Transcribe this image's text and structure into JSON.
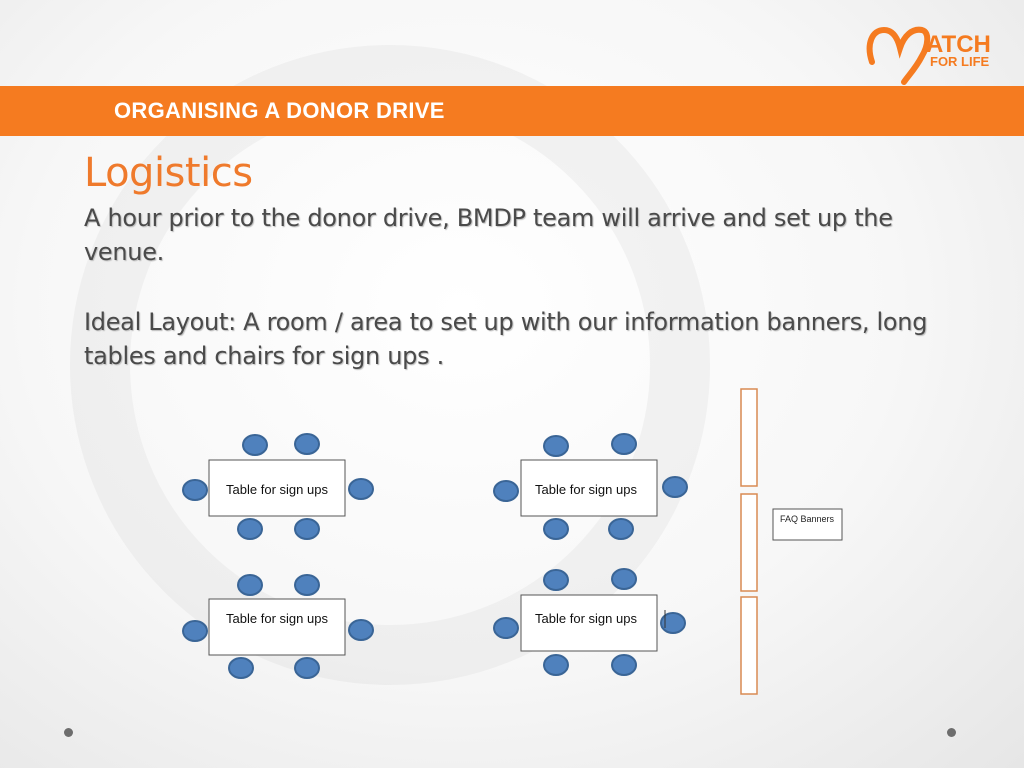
{
  "slide": {
    "section_title": "ORGANISING A DONOR DRIVE",
    "heading": "Logistics",
    "paragraphs": [
      "A hour prior to the donor drive, BMDP team will arrive and set up the venue.",
      "Ideal Layout: A room / area to set up with our information banners, long tables and chairs for sign ups ."
    ]
  },
  "logo": {
    "line1": "ATCH",
    "line2": "FOR LIFE",
    "color": "#f57b20"
  },
  "layout_diagram": {
    "table_label": "Table for sign ups",
    "banner_label": "FAQ Banners",
    "table_count": 4,
    "banner_panel_count": 3,
    "colors": {
      "chair_fill": "#4f81bd",
      "chair_stroke": "#3a6596",
      "table_stroke": "#555555",
      "banner_stroke": "#d98a52"
    }
  },
  "colors": {
    "accent": "#f57b20",
    "heading": "#ef7a2c",
    "body_text": "#4a4a4a"
  }
}
